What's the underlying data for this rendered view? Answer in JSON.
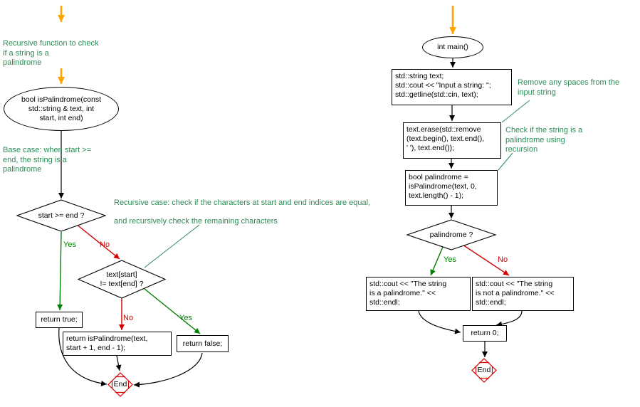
{
  "colors": {
    "comment": "#2e8b57",
    "yes": "#008000",
    "no": "#d40000",
    "start": "#ffa500",
    "edge": "#000000",
    "end_node": "#d40000"
  },
  "labels": {
    "yes": "Yes",
    "no": "No",
    "end": "End"
  },
  "left_flow": {
    "comment_recursive_fn": "Recursive function to check\nif a string is a\npalindrome",
    "func_ellipse": "bool isPalindrome(const\nstd::string & text, int\nstart, int end)",
    "comment_base_case": "Base case: when start >=\nend, the string is a\npalindrome",
    "decision_start_end": "start >= end ?",
    "comment_recursive_case_1": "Recursive case: check if the characters at start and end indices are equal,",
    "comment_recursive_case_2": "and recursively check the remaining characters",
    "return_true": "return true;",
    "decision_chars": "text[start]\n!= text[end] ?",
    "recursive_call": "return isPalindrome(text,\nstart + 1, end - 1);",
    "return_false": "return false;"
  },
  "right_flow": {
    "main_ellipse": "int main()",
    "input_box": "std::string text;\nstd::cout << \"Input a string: \";\nstd::getline(std::cin, text);",
    "comment_remove_spaces": "Remove any spaces from the\ninput string",
    "erase_box": "text.erase(std::remove\n(text.begin(), text.end(),\n' '), text.end());",
    "comment_check_recursion": "Check if the string is a\npalindrome using\nrecursion",
    "palindrome_box": "bool palindrome =\nisPalindrome(text, 0,\ntext.length() - 1);",
    "decision_palindrome": "palindrome ?",
    "output_palindrome": "std::cout << \"The string\nis a palindrome.\" <<\nstd::endl;",
    "output_not_palindrome": "std::cout << \"The string\nis not a palindrome.\" <<\nstd::endl;",
    "return_zero": "return 0;"
  }
}
